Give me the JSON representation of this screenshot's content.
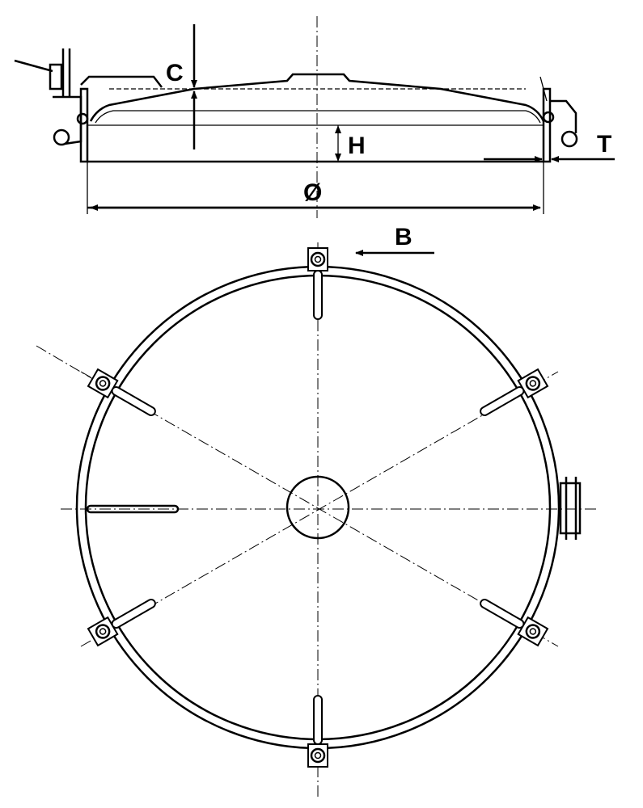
{
  "labels": {
    "crown_height": "C",
    "height": "H",
    "thickness": "T",
    "diameter": "Ø",
    "view_b": "B"
  }
}
